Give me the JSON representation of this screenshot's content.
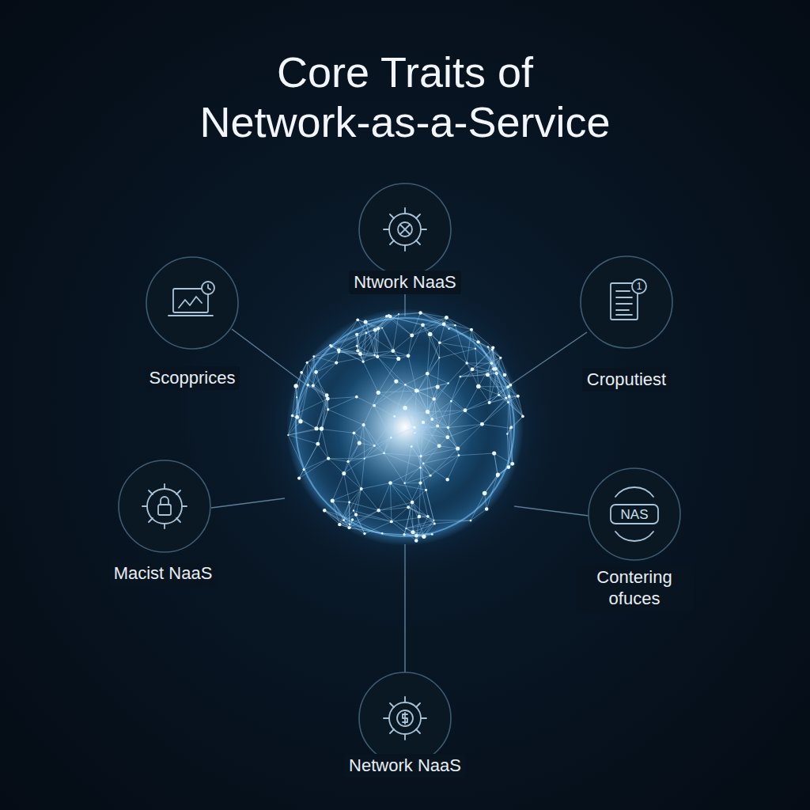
{
  "diagram": {
    "title": "Core Traits of Network-as-a-Service",
    "nodes": [
      {
        "text": [
          "Ntwork NaaS"
        ]
      },
      {
        "text": [
          "Scopprices"
        ]
      },
      {
        "text": [
          "Croputiest"
        ]
      },
      {
        "text": [
          "Macist NaaS"
        ]
      },
      {
        "text": [
          "Contering ofuces"
        ]
      },
      {
        "text": [
          "Network NaaS"
        ]
      }
    ],
    "labels": [
      "1",
      "NAS"
    ]
  }
}
